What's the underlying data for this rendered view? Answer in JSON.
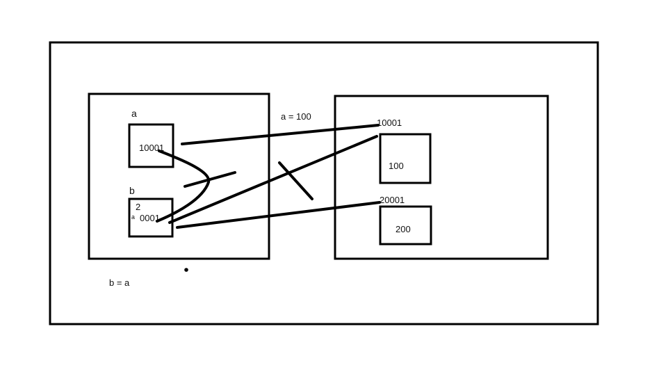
{
  "colors": {
    "ink": "#000000",
    "background": "#ffffff"
  },
  "stack": {
    "var_a": {
      "name": "a",
      "address": "10001"
    },
    "var_b": {
      "name": "b",
      "overwrite_mark": "2",
      "address_partial": "0001",
      "address_scribble": "ᵃ"
    }
  },
  "heap": {
    "obj1": {
      "address": "10001",
      "value": "100"
    },
    "obj2": {
      "address": "20001",
      "value": "200"
    }
  },
  "annotations": {
    "assign_a": "a = 100",
    "assign_b": "b = a"
  }
}
